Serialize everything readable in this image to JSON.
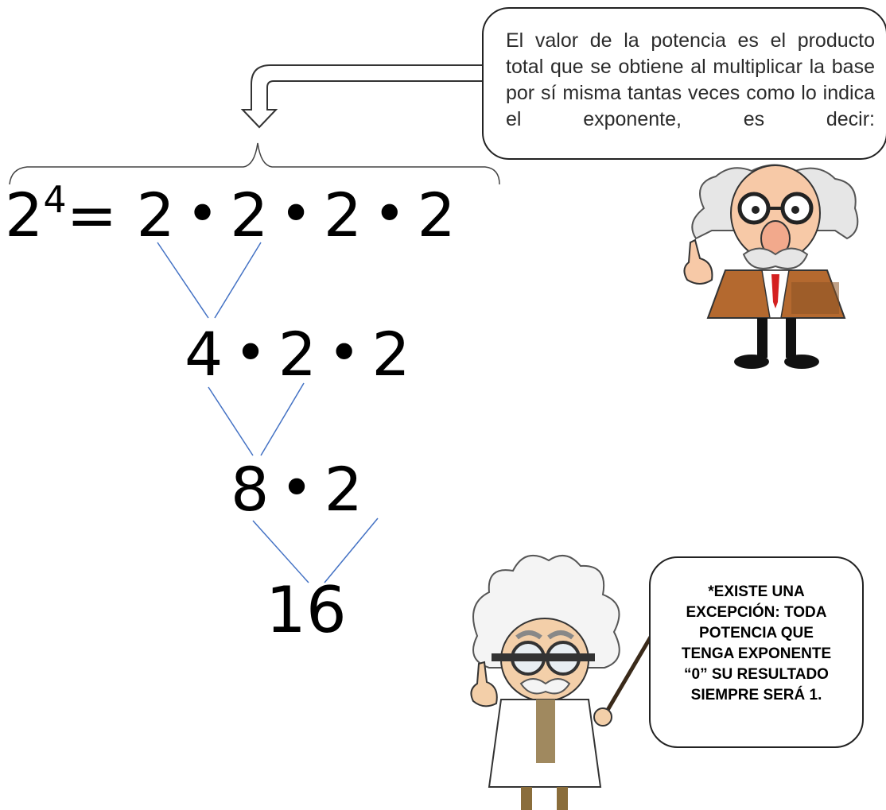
{
  "rows": {
    "r1": {
      "base": "2",
      "exponent": "4",
      "rest": "= 2",
      "f2": "2",
      "f3": "2",
      "f4": "2"
    },
    "r2": {
      "a": "4",
      "b": "2",
      "c": "2"
    },
    "r3": {
      "a": "8",
      "b": "2"
    },
    "r4": {
      "result": "16"
    }
  },
  "dot": "•",
  "bubbles": {
    "top": "El valor de la potencia es el producto total que se obtiene al multiplicar la base por sí misma tantas veces como lo indica el exponente, es decir:",
    "bottom_lines": [
      "*EXISTE UNA",
      "EXCEPCIÓN: TODA",
      "POTENCIA QUE",
      "TENGA EXPONENTE",
      "“0” SU RESULTADO",
      "SIEMPRE SERÁ 1."
    ]
  },
  "colors": {
    "connector": "#4472c4",
    "arrow": "#333333"
  },
  "illustrations": [
    "professor-pointing-icon",
    "scientist-with-pointer-icon"
  ]
}
